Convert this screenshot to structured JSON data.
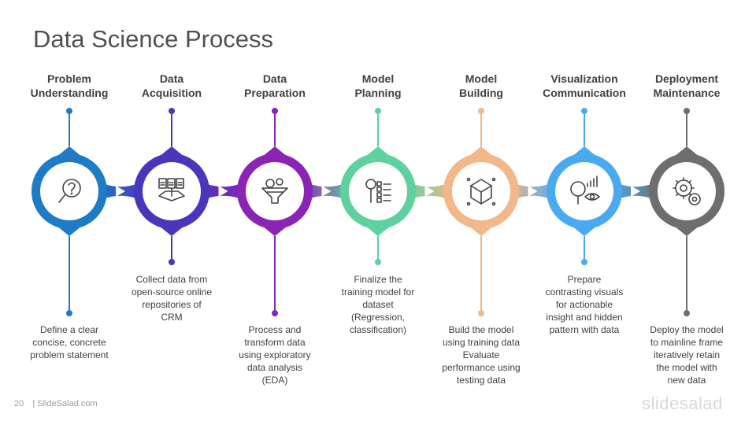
{
  "title": "Data Science Process",
  "steps": [
    {
      "title": "Problem\nUnderstanding",
      "desc": "Define a clear\nconcise, concrete\nproblem statement",
      "color": "#1e7bc6",
      "desc_pos": "bottom",
      "icon": "magnifier-question-icon"
    },
    {
      "title": "Data\nAcquisition",
      "desc": "Collect data from\nopen-source online\nrepositories of\nCRM",
      "color": "#4a35bd",
      "desc_pos": "middle",
      "icon": "documents-tray-icon"
    },
    {
      "title": "Data\nPreparation",
      "desc": "Process and\ntransform data\nusing exploratory\ndata analysis\n(EDA)",
      "color": "#8a24b5",
      "desc_pos": "bottom",
      "icon": "data-funnel-gears-icon"
    },
    {
      "title": "Model\nPlanning",
      "desc": "Finalize the\ntraining model for\ndataset\n(Regression,\nclassification)",
      "color": "#5fd1a0",
      "desc_pos": "middle",
      "icon": "checklist-gear-icon"
    },
    {
      "title": "Model\nBuilding",
      "desc": "Build the model\nusing training data\nEvaluate\nperformance using\ntesting data",
      "color": "#f3b88a",
      "desc_pos": "bottom",
      "icon": "cube-network-icon"
    },
    {
      "title": "Visualization\nCommunication",
      "desc": "Prepare\ncontrasting visuals\nfor actionable\ninsight and hidden\npattern with data",
      "color": "#4aaaf0",
      "desc_pos": "middle",
      "icon": "chart-eye-icon"
    },
    {
      "title": "Deployment\nMaintenance",
      "desc": "Deploy the model\nto mainline frame\niteratively retain\nthe model with\nnew data",
      "color": "#6e6e6e",
      "desc_pos": "bottom",
      "icon": "gears-icon"
    }
  ],
  "footer": {
    "page": "20",
    "source": "| SlideSalad.com"
  },
  "brand": "slidesalad"
}
